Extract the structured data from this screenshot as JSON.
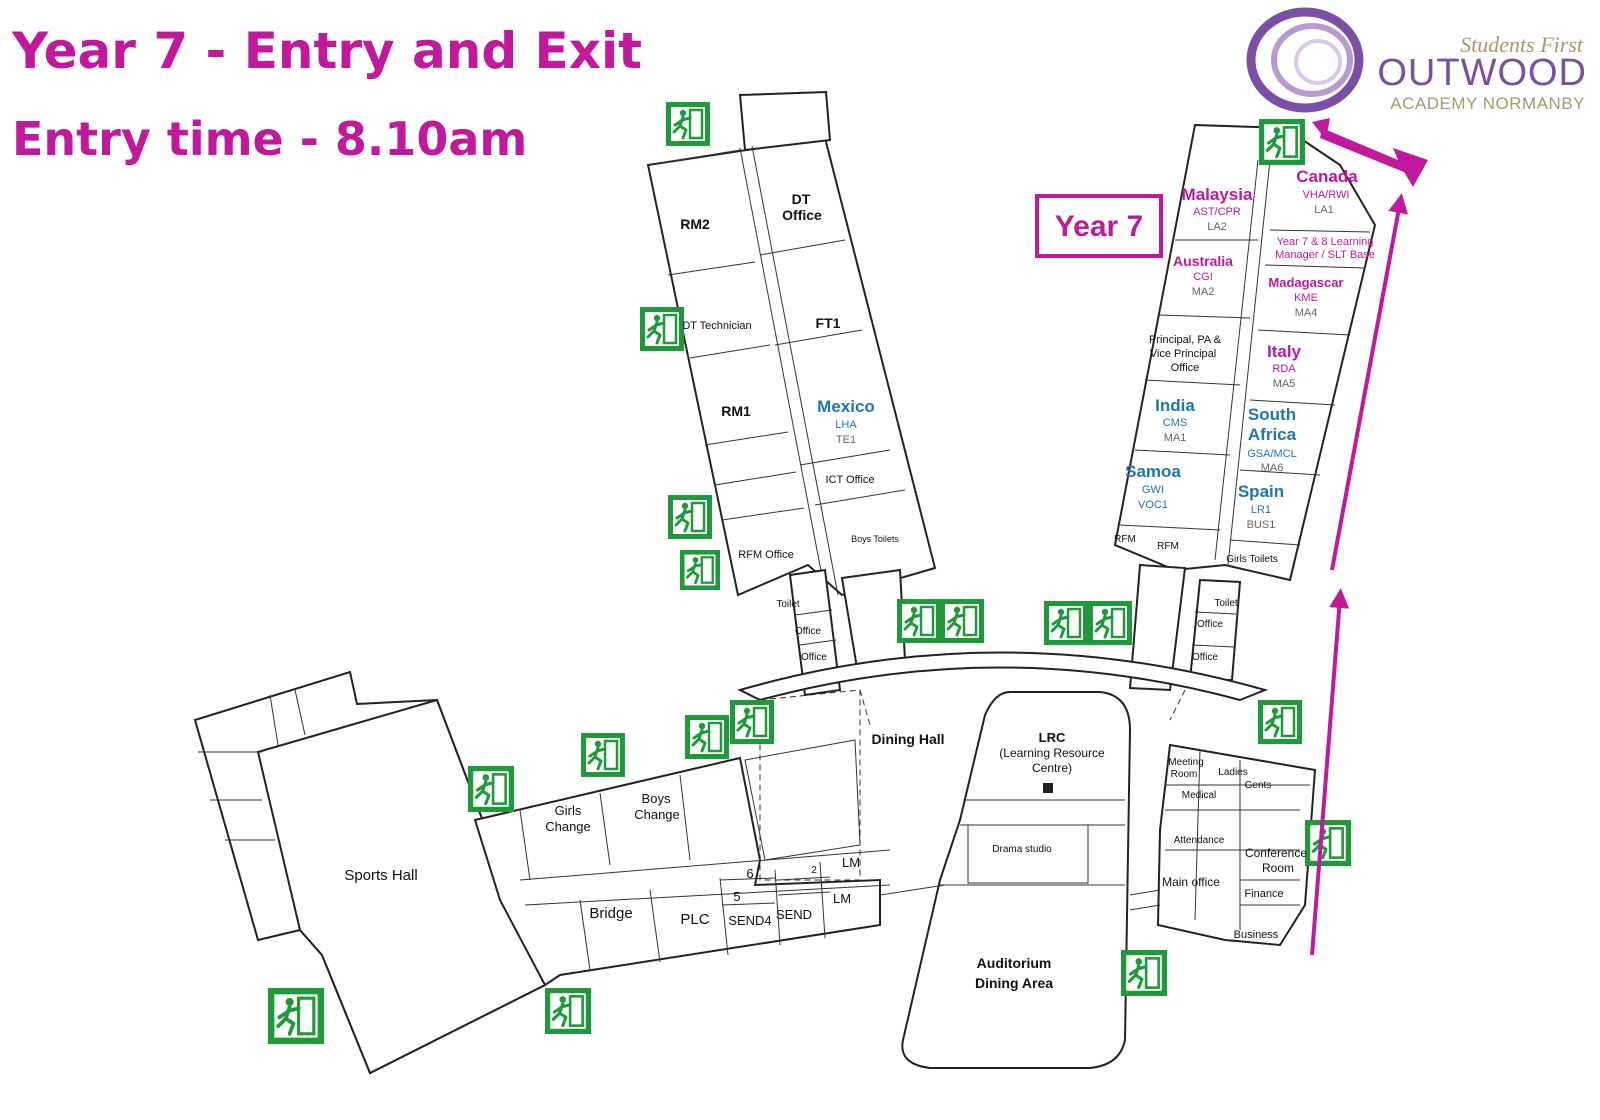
{
  "title_line1": "Year 7 - Entry and Exit",
  "title_line2": "Entry time - 8.10am",
  "logo": {
    "tagline": "Students First",
    "name": "OUTWOOD",
    "school": "ACADEMY NORMANBY"
  },
  "year_box": "Year 7",
  "colors": {
    "magenta": "#c2189b",
    "blue": "#2176ae",
    "exit_green": "#1f9a3b",
    "logo_purple": "#7b4fa6",
    "logo_gold": "#a59a6e"
  },
  "icons": {
    "exit": "emergency-exit-icon",
    "route": "arrow-icon"
  },
  "year7_rooms": [
    {
      "id": "malaysia",
      "name": "Malaysia",
      "staff": "AST/CPR",
      "room": "LA2",
      "color": "magenta"
    },
    {
      "id": "canada",
      "name": "Canada",
      "staff": "VHA/RWI",
      "room": "LA1",
      "color": "magenta"
    },
    {
      "id": "australia",
      "name": "Australia",
      "staff": "CGI",
      "room": "MA2",
      "color": "magenta"
    },
    {
      "id": "madagascar",
      "name": "Madagascar",
      "staff": "KME",
      "room": "MA4",
      "color": "magenta"
    },
    {
      "id": "italy",
      "name": "Italy",
      "staff": "RDA",
      "room": "MA5",
      "color": "magenta"
    },
    {
      "id": "india",
      "name": "India",
      "staff": "CMS",
      "room": "MA1",
      "color": "blue"
    },
    {
      "id": "south-africa",
      "name1": "South",
      "name2": "Africa",
      "staff": "GSA/MCL",
      "room": "MA6",
      "color": "blue"
    },
    {
      "id": "samoa",
      "name": "Samoa",
      "staff": "GWI",
      "room": "VOC1",
      "color": "blue"
    },
    {
      "id": "spain",
      "name": "Spain",
      "staff": "LR1",
      "room": "BUS1",
      "color": "blue"
    },
    {
      "id": "mexico",
      "name": "Mexico",
      "staff": "LHA",
      "room": "TE1",
      "color": "blue"
    }
  ],
  "labels": {
    "lm_base1": "Year 7 & 8 Learning",
    "lm_base2": "Manager / SLT Base",
    "principal1": "Principal, PA &",
    "principal2": "Vice Principal",
    "principal3": "Office",
    "rfm": "RFM",
    "girls_toilets": "Girls Toilets",
    "boys_toilets": "Boys Toilets",
    "toilet": "Toilet",
    "office": "Office",
    "rm2": "RM2",
    "dt_office1": "DT",
    "dt_office2": "Office",
    "dt_technician": "DT Technician",
    "ft1": "FT1",
    "rm1": "RM1",
    "ict_office": "ICT Office",
    "rfm_office": "RFM Office",
    "dining_hall": "Dining Hall",
    "lrc1": "LRC",
    "lrc2": "(Learning Resource",
    "lrc3": "Centre)",
    "drama_studio": "Drama studio",
    "auditorium1": "Auditorium",
    "auditorium2": "Dining Area",
    "sports_hall": "Sports Hall",
    "girls_change1": "Girls",
    "girls_change2": "Change",
    "boys_change1": "Boys",
    "boys_change2": "Change",
    "bridge": "Bridge",
    "plc": "PLC",
    "send4": "SEND4",
    "send": "SEND",
    "lm": "LM",
    "room5": "5",
    "room6": "6",
    "room2": "2",
    "meeting_room1": "Meeting",
    "meeting_room2": "Room",
    "ladies": "Ladies",
    "gents": "Gents",
    "medical": "Medical",
    "attendance": "Attendance",
    "conference1": "Conference",
    "conference2": "Room",
    "main_office": "Main office",
    "finance": "Finance",
    "business": "Business"
  }
}
